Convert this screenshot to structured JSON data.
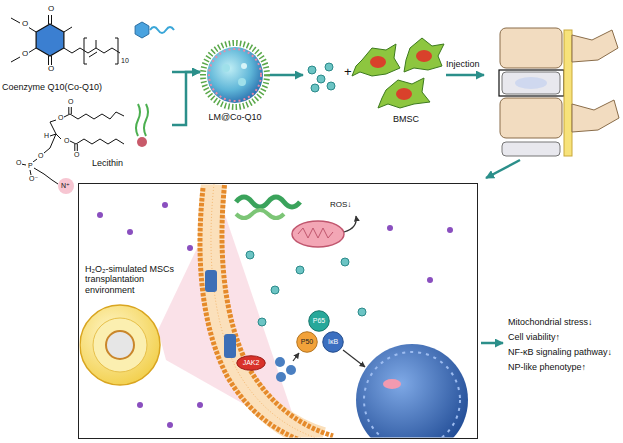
{
  "diagram": {
    "nodes": [
      {
        "text": [
          "Coenzyme Q10(Co-Q10)"
        ]
      },
      {
        "text": [
          "Lecithin"
        ]
      },
      {
        "text": [
          "LM@Co-Q10"
        ]
      },
      {
        "text": [
          "BMSC"
        ]
      },
      {
        "text": [
          "H₂O₂-simulated MSCs transplantation environment"
        ]
      },
      {
        "text": [
          "JAK2"
        ],
        "in": 4
      },
      {
        "text": [
          "P65"
        ],
        "in": 4
      },
      {
        "text": [
          "P50"
        ],
        "in": 4
      },
      {
        "text": [
          "IκB"
        ],
        "in": 4
      }
    ],
    "edges": [
      {
        "from": 0,
        "to": 2,
        "arrow": "to"
      },
      {
        "from": 1,
        "to": 2,
        "arrow": "to"
      },
      {
        "from": 2,
        "to": 3,
        "arrow": "to"
      }
    ],
    "labels": [
      "O",
      "O",
      "O",
      "O",
      "10",
      "O",
      "O",
      "H",
      "O",
      "O",
      "O",
      "P",
      "O",
      "O⁻",
      "N⁺",
      "+",
      "Injection",
      "ROS↓",
      "Mitochondrial stress↓",
      "Cell viability↑",
      "NF-κB signaling pathway↓",
      "NP-like phenotype↑"
    ]
  }
}
